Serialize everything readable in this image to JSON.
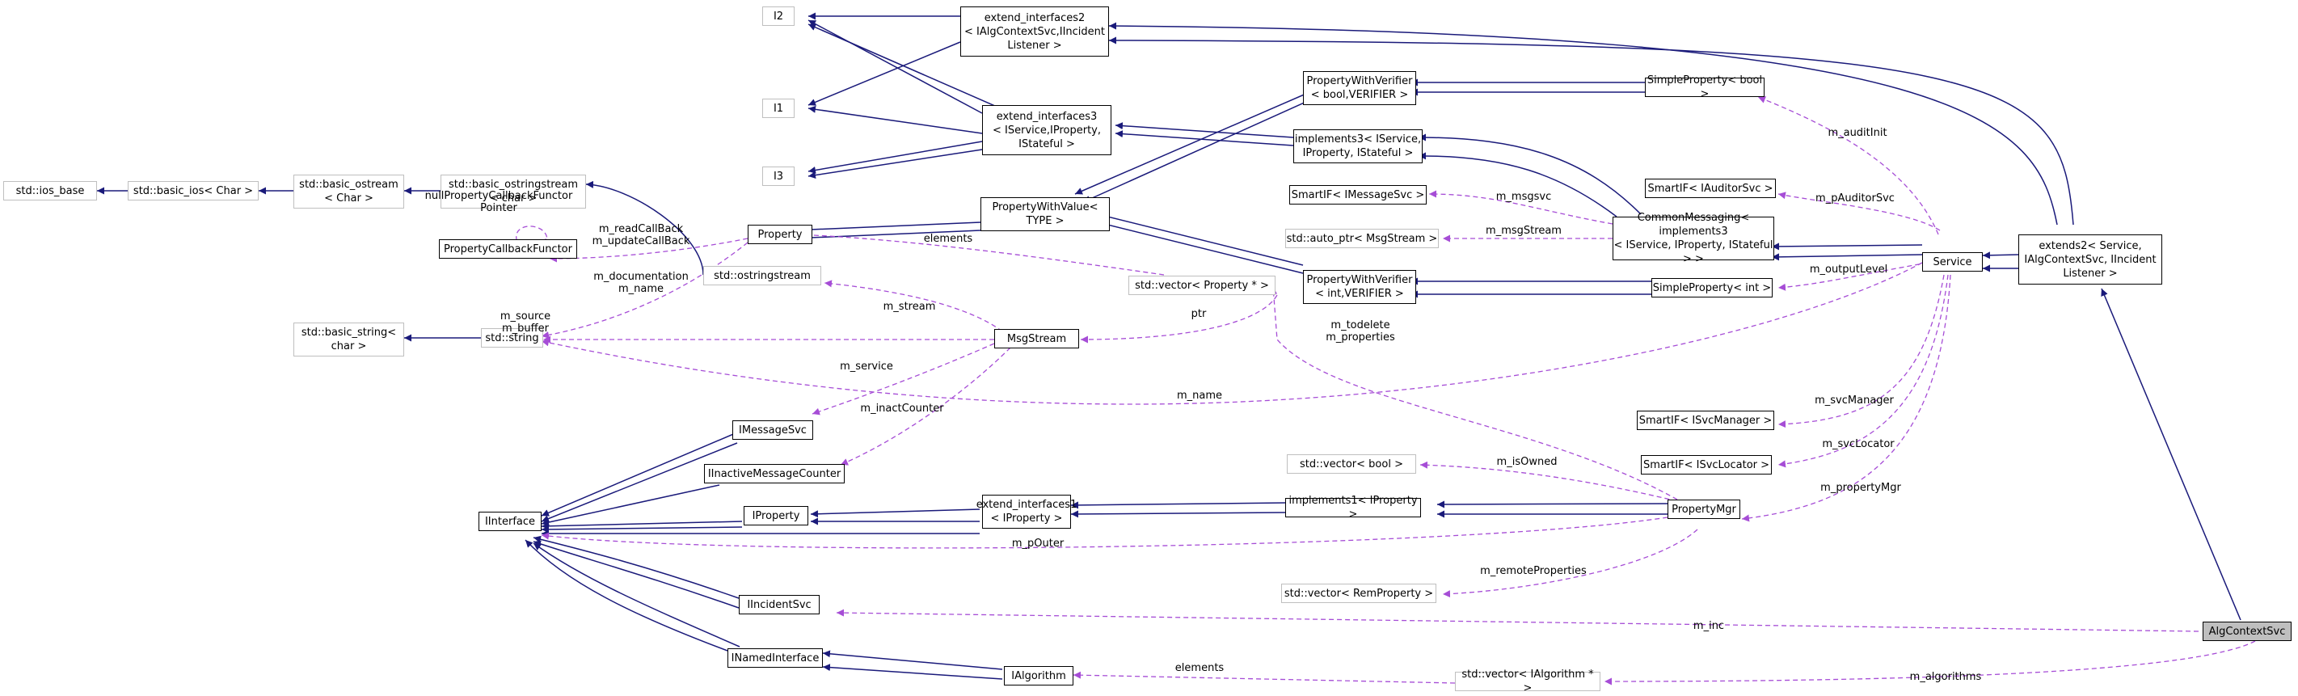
{
  "colors": {
    "inheritance_edge": "#1a1a7a",
    "usage_edge": "#a64dd6",
    "node_border": "#000000",
    "external_node_border": "#bfbfbf",
    "highlight_fill": "#bfbfbf"
  },
  "nodes": {
    "ios_base": "std::ios_base",
    "basic_ios": "std::basic_ios< Char >",
    "basic_ostream": "std::basic_ostream\n< Char >",
    "basic_ostringstream": "std::basic_ostringstream\n< char >",
    "ostringstream": "std::ostringstream",
    "basic_string": "std::basic_string<\nchar >",
    "std_string": "std::string",
    "property_callback_functor": "PropertyCallbackFunctor",
    "property": "Property",
    "i2": "I2",
    "i1": "I1",
    "i3": "I3",
    "extend_interfaces2": "extend_interfaces2\n< IAlgContextSvc,IIncident\nListener >",
    "extend_interfaces3": "extend_interfaces3\n< IService,IProperty,\nIStateful >",
    "property_with_value": "PropertyWithValue<\nTYPE >",
    "property_with_verifier_bool": "PropertyWithVerifier\n< bool,VERIFIER >",
    "implements3": "implements3< IService,\nIProperty, IStateful >",
    "simple_property_bool": "SimpleProperty< bool >",
    "smartif_imessagesvc": "SmartIF< IMessageSvc >",
    "auto_ptr_msgstream": "std::auto_ptr< MsgStream >",
    "common_messaging": "CommonMessaging< implements3\n< IService, IProperty, IStateful > >",
    "smartif_iauditorsvc": "SmartIF< IAuditorSvc >",
    "service": "Service",
    "extends2": "extends2< Service,\nIAlgContextSvc, IIncident\nListener >",
    "vector_property_ptr": "std::vector< Property * >",
    "property_with_verifier_int": "PropertyWithVerifier\n< int,VERIFIER >",
    "simple_property_int": "SimpleProperty< int >",
    "msgstream": "MsgStream",
    "imessagesvc": "IMessageSvc",
    "iinactive_message_counter": "IInactiveMessageCounter",
    "iinterface": "IInterface",
    "iproperty": "IProperty",
    "extend_interfaces1": "extend_interfaces1\n< IProperty >",
    "implements1": "implements1< IProperty >",
    "property_mgr": "PropertyMgr",
    "vector_bool": "std::vector< bool >",
    "smartif_isvcmanager": "SmartIF< ISvcManager >",
    "smartif_isvclocator": "SmartIF< ISvcLocator >",
    "vector_remproperty": "std::vector< RemProperty >",
    "iincidentsvc": "IIncidentSvc",
    "inamed_interface": "INamedInterface",
    "ialgorithm": "IAlgorithm",
    "vector_ialgorithm_ptr": "std::vector< IAlgorithm * >",
    "alg_context_svc": "AlgContextSvc"
  },
  "edge_labels": {
    "null_property_callback": "nullPropertyCallbackFunctor\nPointer",
    "read_update_callback": "m_readCallBack\nm_updateCallBack",
    "documentation_name": "m_documentation\nm_name",
    "elements_property": "elements",
    "source_buffer": "m_source\nm_buffer",
    "stream": "m_stream",
    "ptr": "ptr",
    "service_link": "m_service",
    "inact_counter": "m_inactCounter",
    "m_name": "m_name",
    "todelete_properties": "m_todelete\nm_properties",
    "msgsvc": "m_msgsvc",
    "msg_stream": "m_msgStream",
    "output_level": "m_outputLevel",
    "audit_init": "m_auditInit",
    "p_auditor_svc": "m_pAuditorSvc",
    "svc_manager": "m_svcManager",
    "svc_locator": "m_svcLocator",
    "property_mgr_link": "m_propertyMgr",
    "is_owned": "m_isOwned",
    "p_outer": "m_pOuter",
    "remote_properties": "m_remoteProperties",
    "inc": "m_inc",
    "elements_algorithms": "elements",
    "algorithms": "m_algorithms"
  }
}
